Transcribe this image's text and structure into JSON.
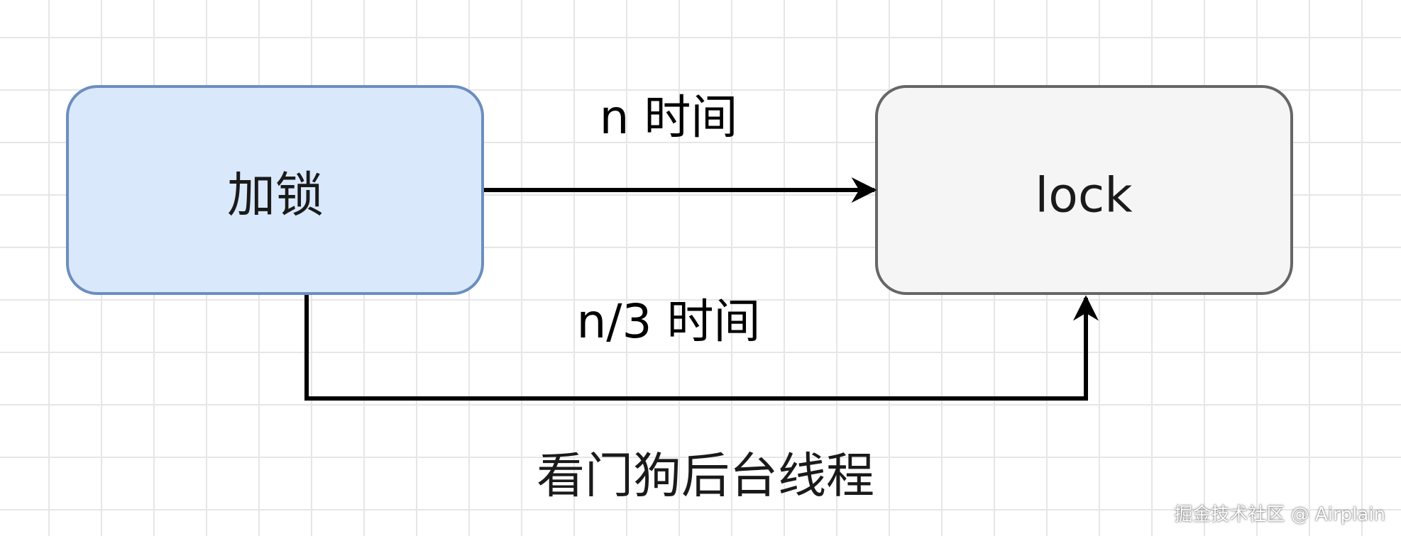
{
  "nodes": {
    "lock_action": {
      "label": "加锁",
      "fill": "#dae8fc",
      "stroke": "#6c8ebf"
    },
    "lock_state": {
      "label": "lock",
      "fill": "#f5f5f5",
      "stroke": "#666666"
    }
  },
  "edges": {
    "top": {
      "label": "n 时间"
    },
    "bottom": {
      "label": "n/3 时间"
    }
  },
  "caption": "看门狗后台线程",
  "watermark": "掘金技术社区 @ Airplain"
}
